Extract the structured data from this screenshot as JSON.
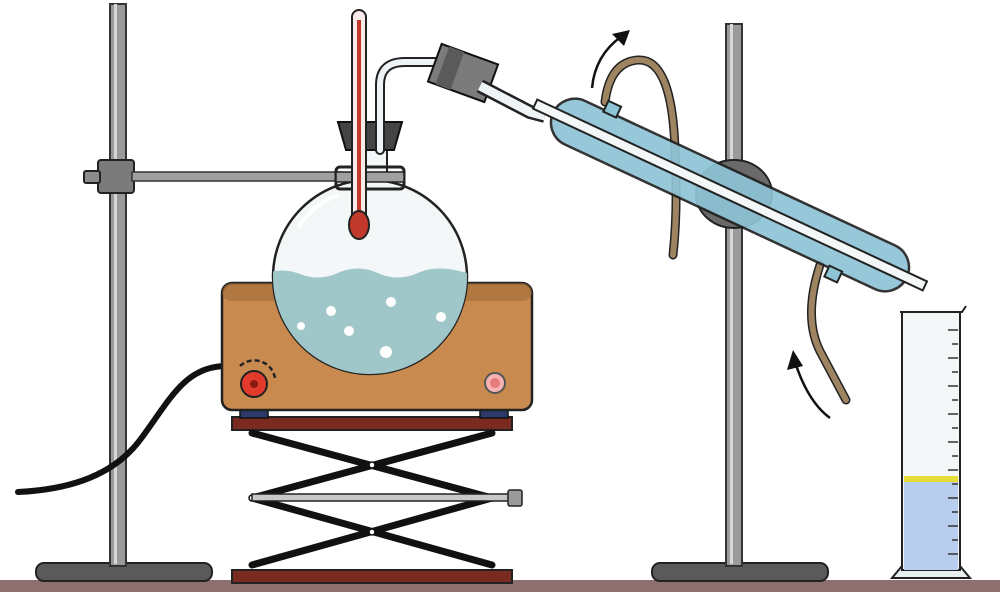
{
  "title": "",
  "components": [
    "retort-stand-left",
    "retort-stand-right",
    "round-bottom-flask",
    "thermometer",
    "heating-mantle",
    "lab-jack",
    "liebig-condenser",
    "coolant-hoses",
    "graduated-cylinder",
    "power-cable"
  ],
  "liquids": {
    "flask": {
      "color": "#9fc6c8",
      "level": 0.55
    },
    "cylinder": {
      "color": "#b9cdee",
      "level": 0.35
    }
  },
  "colors": {
    "metal": "#8d8d8d",
    "bench": "#8e6f6f",
    "heater_body": "#c98a4f",
    "heater_dark": "#9b6a35",
    "jack_plate": "#7b2a1f",
    "condenser_glass": "#8ec4d6",
    "hose": "#9e8461",
    "knob": "#e23b2b",
    "thermometer_fluid": "#c0392b",
    "distillate_meniscus": "#e8dd38"
  },
  "icons": [
    "arrow-icon-coolant-out",
    "arrow-icon-coolant-in"
  ]
}
